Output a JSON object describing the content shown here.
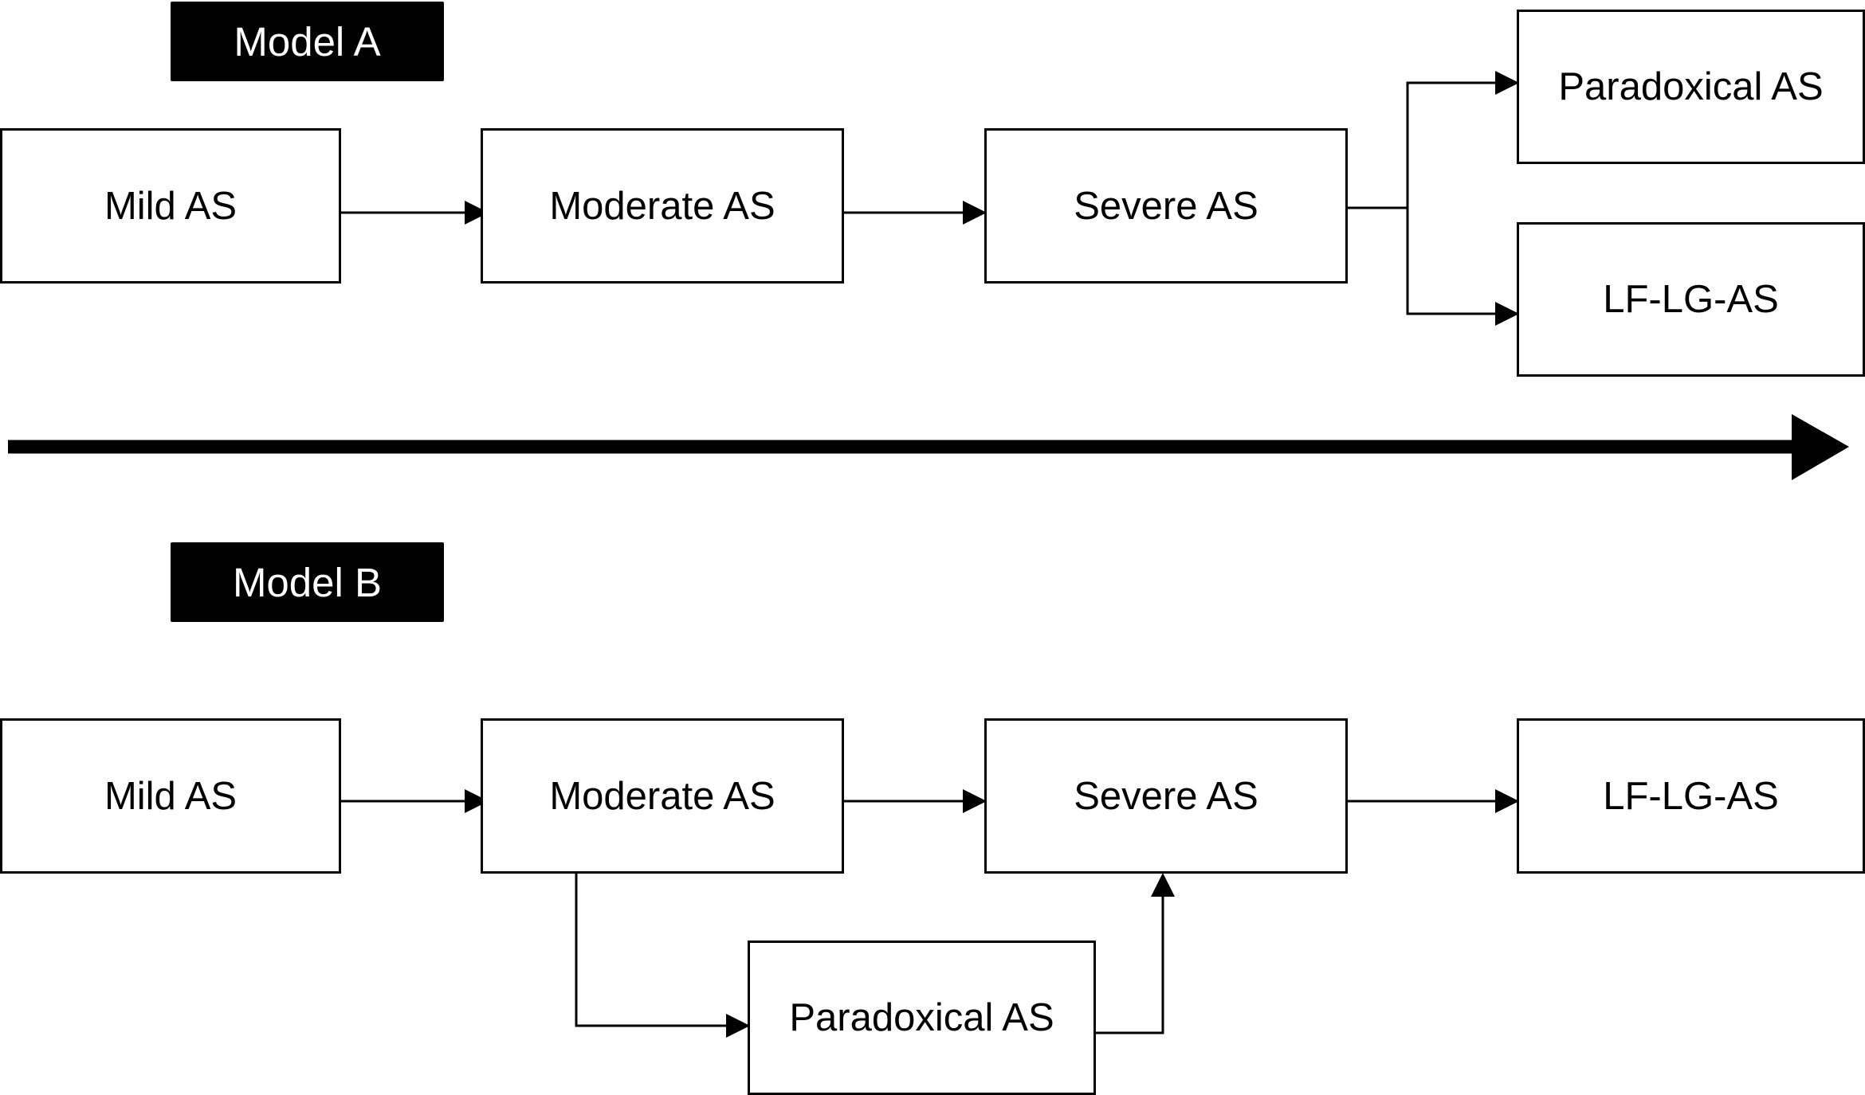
{
  "model_a": {
    "label": "Model A",
    "nodes": {
      "mild": "Mild AS",
      "moderate": "Moderate AS",
      "severe": "Severe AS",
      "paradoxical": "Paradoxical AS",
      "lflg": "LF-LG-AS"
    }
  },
  "model_b": {
    "label": "Model B",
    "nodes": {
      "mild": "Mild AS",
      "moderate": "Moderate AS",
      "severe": "Severe AS",
      "lflg": "LF-LG-AS",
      "paradoxical": "Paradoxical AS"
    }
  },
  "colors": {
    "ink": "#000000",
    "background": "#ffffff",
    "tag_text": "#ffffff"
  }
}
